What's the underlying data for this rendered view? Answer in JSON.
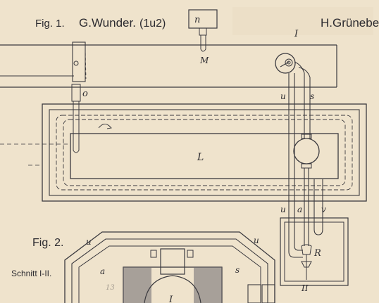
{
  "header": {
    "fig1": "Fig. 1.",
    "inventor_left": "G.Wunder.",
    "sheet": "(1u2)",
    "inventor_right": "H.Grünebe"
  },
  "fig2": {
    "title": "Fig. 2.",
    "section": "Schnitt I-II."
  },
  "labels": {
    "n": "n",
    "M": "M",
    "I_top": "I",
    "o": "o",
    "u_top": "u",
    "s_top": "s",
    "L": "L",
    "u_low": "u",
    "a_low": "a",
    "v": "v",
    "R": "R",
    "II": "II",
    "f2_u_left": "u",
    "f2_u_right": "u",
    "f2_a": "a",
    "f2_s": "s",
    "f2_I": "I",
    "f2_13": "13"
  },
  "colors": {
    "paper": "#efe3cc",
    "ink": "#3b3a3f"
  }
}
